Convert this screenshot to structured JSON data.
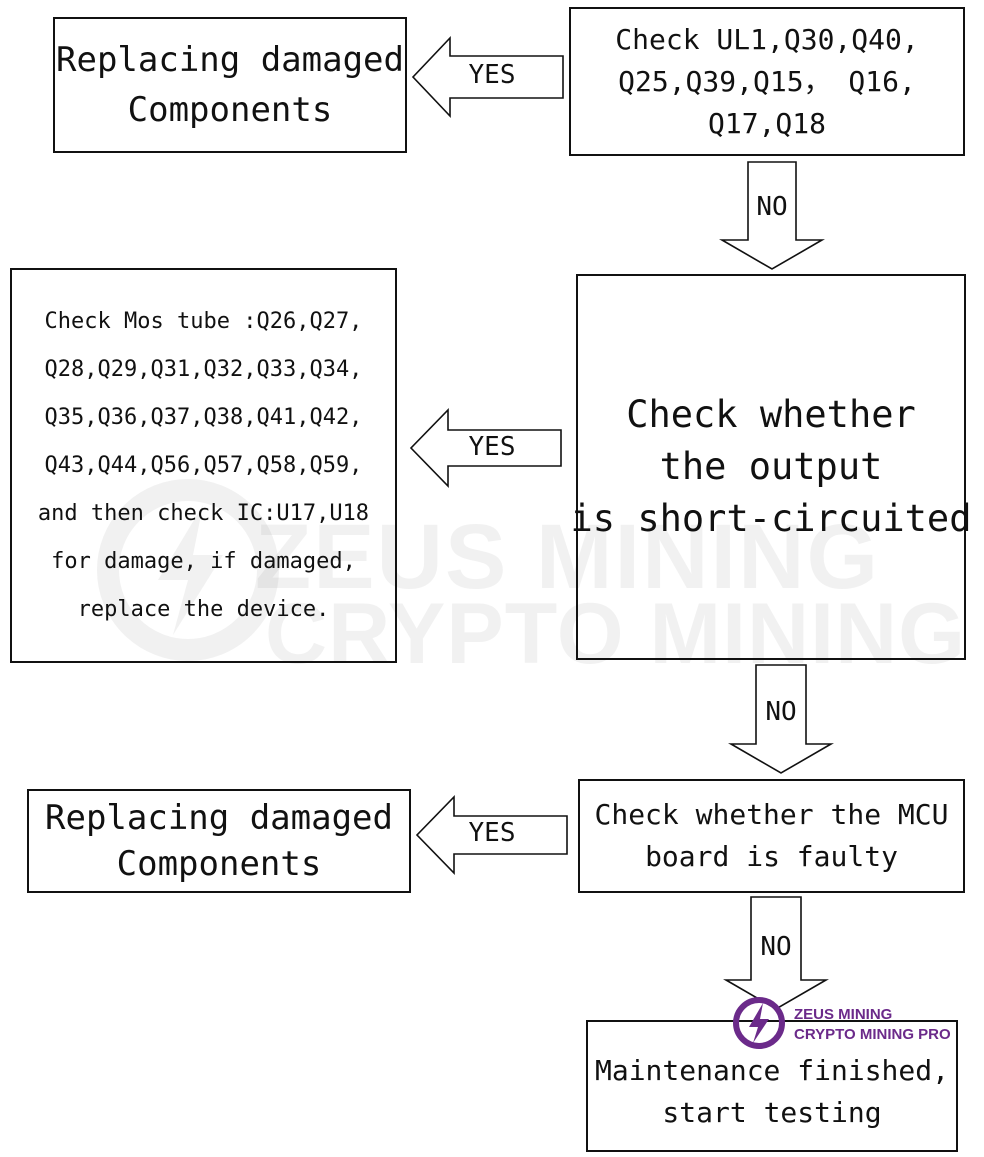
{
  "nodes": {
    "replace_top": {
      "lines": [
        "Replacing damaged",
        "Components"
      ]
    },
    "check_ul1": {
      "lines": [
        "Check UL1,Q30,Q40,",
        "Q25,Q39,Q15， Q16,",
        "Q17,Q18"
      ]
    },
    "check_mos": {
      "lines": [
        "Check Mos tube :Q26,Q27,",
        "Q28,Q29,Q31,Q32,Q33,Q34,",
        "Q35,Q36,Q37,Q38,Q41,Q42,",
        "Q43,Q44,Q56,Q57,Q58,Q59,",
        "and then check IC:U17,U18",
        "for damage, if damaged,",
        "replace the device."
      ]
    },
    "check_short": {
      "lines": [
        "Check whether",
        "the output",
        "is short-circuited"
      ]
    },
    "replace_bottom": {
      "lines": [
        "Replacing damaged",
        "Components"
      ]
    },
    "check_mcu": {
      "lines": [
        "Check whether the MCU",
        "board is faulty"
      ]
    },
    "finished": {
      "lines": [
        "Maintenance finished,",
        "start testing"
      ]
    }
  },
  "arrows": {
    "yes_label": "YES",
    "no_label": "NO"
  },
  "watermark": {
    "line1": "ZEUS MINING",
    "line2": "CRYPTO MINING PRO"
  },
  "logo": {
    "line1": "ZEUS MINING",
    "line2": "CRYPTO MINING PRO",
    "color": "#6b2a8a"
  }
}
